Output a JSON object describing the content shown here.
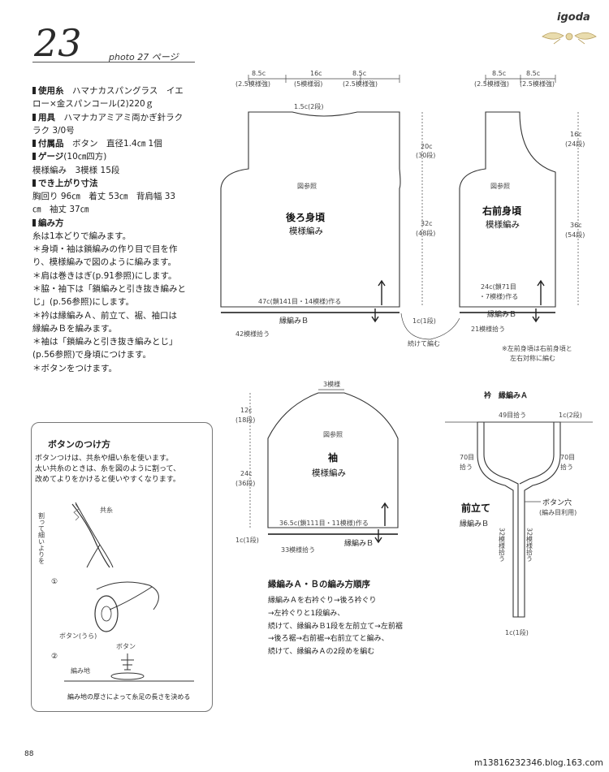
{
  "header": {
    "brand": "igoda",
    "pattern_number": "23",
    "photo_ref": "photo 27 ページ"
  },
  "materials": {
    "yarn_title": "使用糸",
    "yarn_lines": [
      "ハマナカスパングラス　イエ",
      "ロー×金スパンコール(2)220ｇ"
    ],
    "tools_title": "用具",
    "tools_lines": [
      "ハマナカアミアミ両かぎ針ラク",
      "ラク 3/0号"
    ],
    "accessories_title": "付属品",
    "accessories_text": "ボタン　直径1.4㎝ 1個",
    "gauge_title": "ゲージ",
    "gauge_unit": "(10㎝四方)",
    "gauge_text": "模様編み　3模様 15段",
    "size_title": "でき上がり寸法",
    "size_lines": [
      "胸回り 96㎝　着丈 53㎝　背肩幅 33",
      "㎝　袖丈 37㎝"
    ],
    "method_title": "編み方",
    "method_lines": [
      "糸は1本どりで編みます。",
      "＊身頃・袖は鎖編みの作り目で目を作",
      "り、模様編みで図のように編みます。",
      "＊肩は巻きはぎ(p.91参照)にします。",
      "＊脇・袖下は「鎖編みと引き抜き編みと",
      "じ」(p.56参照)にします。",
      "＊衿は縁編みＡ、前立て、裾、袖口は",
      "縁編みＢを編みます。",
      "＊袖は「鎖編みと引き抜き編みとじ」",
      "(p.56参照)で身頃につけます。",
      "＊ボタンをつけます。"
    ]
  },
  "button_box": {
    "title": "ボタンのつけ方",
    "lines": [
      "ボタンつけは、共糸や細い糸を使います。",
      "太い共糸のときは、糸を図のように割って、",
      "改めてよりをかけると使いやすくなります。"
    ],
    "fig_labels": {
      "split_yarn": "共糸",
      "split_note": "割って細いよりを",
      "step1": "①",
      "button_back": "ボタン(うら)",
      "step2": "②",
      "button": "ボタン",
      "knit_fabric": "編み地",
      "note": "編み地の厚さによって糸足の長さを決める"
    }
  },
  "back_body": {
    "dim_left": "8.5c",
    "dim_left_sub": "(2.5模様強)",
    "dim_center": "16c",
    "dim_center_sub": "(5模様弱)",
    "dim_right": "8.5c",
    "dim_right_sub": "(2.5模様強)",
    "neck": "1.5c(2段)",
    "ref": "図参照",
    "title": "後ろ身頃",
    "pattern": "模様編み",
    "bottom": "47c(鎖141目・14模様)作る",
    "edge": "縁編みＢ",
    "pickup": "42模様拾う",
    "h1": "20c",
    "h1_sub": "(30段)",
    "h2": "32c",
    "h2_sub": "(48段)",
    "bottom_rows": "1c(1段)",
    "continue": "続けて編む"
  },
  "right_front": {
    "dim_left": "8.5c",
    "dim_left_sub": "(2.5模様強)",
    "dim_right": "8.5c",
    "dim_right_sub": "(2.5模様強)",
    "ref": "図参照",
    "title": "右前身頃",
    "pattern": "模様編み",
    "bottom": "24c(鎖71目",
    "bottom_sub": "・7模様)作る",
    "edge": "縁編みＢ",
    "pickup": "21模様拾う",
    "h1": "16c",
    "h1_sub": "(24段)",
    "h2": "36c",
    "h2_sub": "(54段)",
    "note1": "※左前身頃は右前身頃と",
    "note2": "左右対称に編む"
  },
  "sleeve": {
    "top": "3模様",
    "ref": "図参照",
    "title": "袖",
    "pattern": "模様編み",
    "bottom": "36.5c(鎖111目・11模様)作る",
    "edge": "縁編みＢ",
    "pickup": "33模様拾う",
    "h1": "12c",
    "h1_sub": "(18段)",
    "h2": "24c",
    "h2_sub": "(36段)",
    "bottom_rows": "1c(1段)"
  },
  "collar": {
    "title": "衿　縁編みＡ",
    "top": "49目拾う",
    "top_rows": "1c(2段)",
    "left": "70目",
    "left_sub": "拾う",
    "right": "70目",
    "right_sub": "拾う",
    "buttonhole": "ボタン穴",
    "buttonhole_sub": "(編み目利用)",
    "placket": "前立て",
    "placket_edge": "縁編みＢ",
    "left_pick": "32模様拾う",
    "right_pick": "32模様拾う",
    "bottom": "1c(1段)"
  },
  "order": {
    "title": "縁編みＡ・Ｂの編み方順序",
    "lines": [
      "縁編みＡを右衿ぐり→後ろ衿ぐり",
      "→左衿ぐりと1段編み、",
      "続けて、縁編みＢ1段を左前立て→左前裾",
      "→後ろ裾→右前裾→右前立てと編み、",
      "続けて、縁編みＡの2段めを編む"
    ]
  },
  "footer": {
    "page": "88",
    "url": "m13816232346.blog.163.com"
  }
}
